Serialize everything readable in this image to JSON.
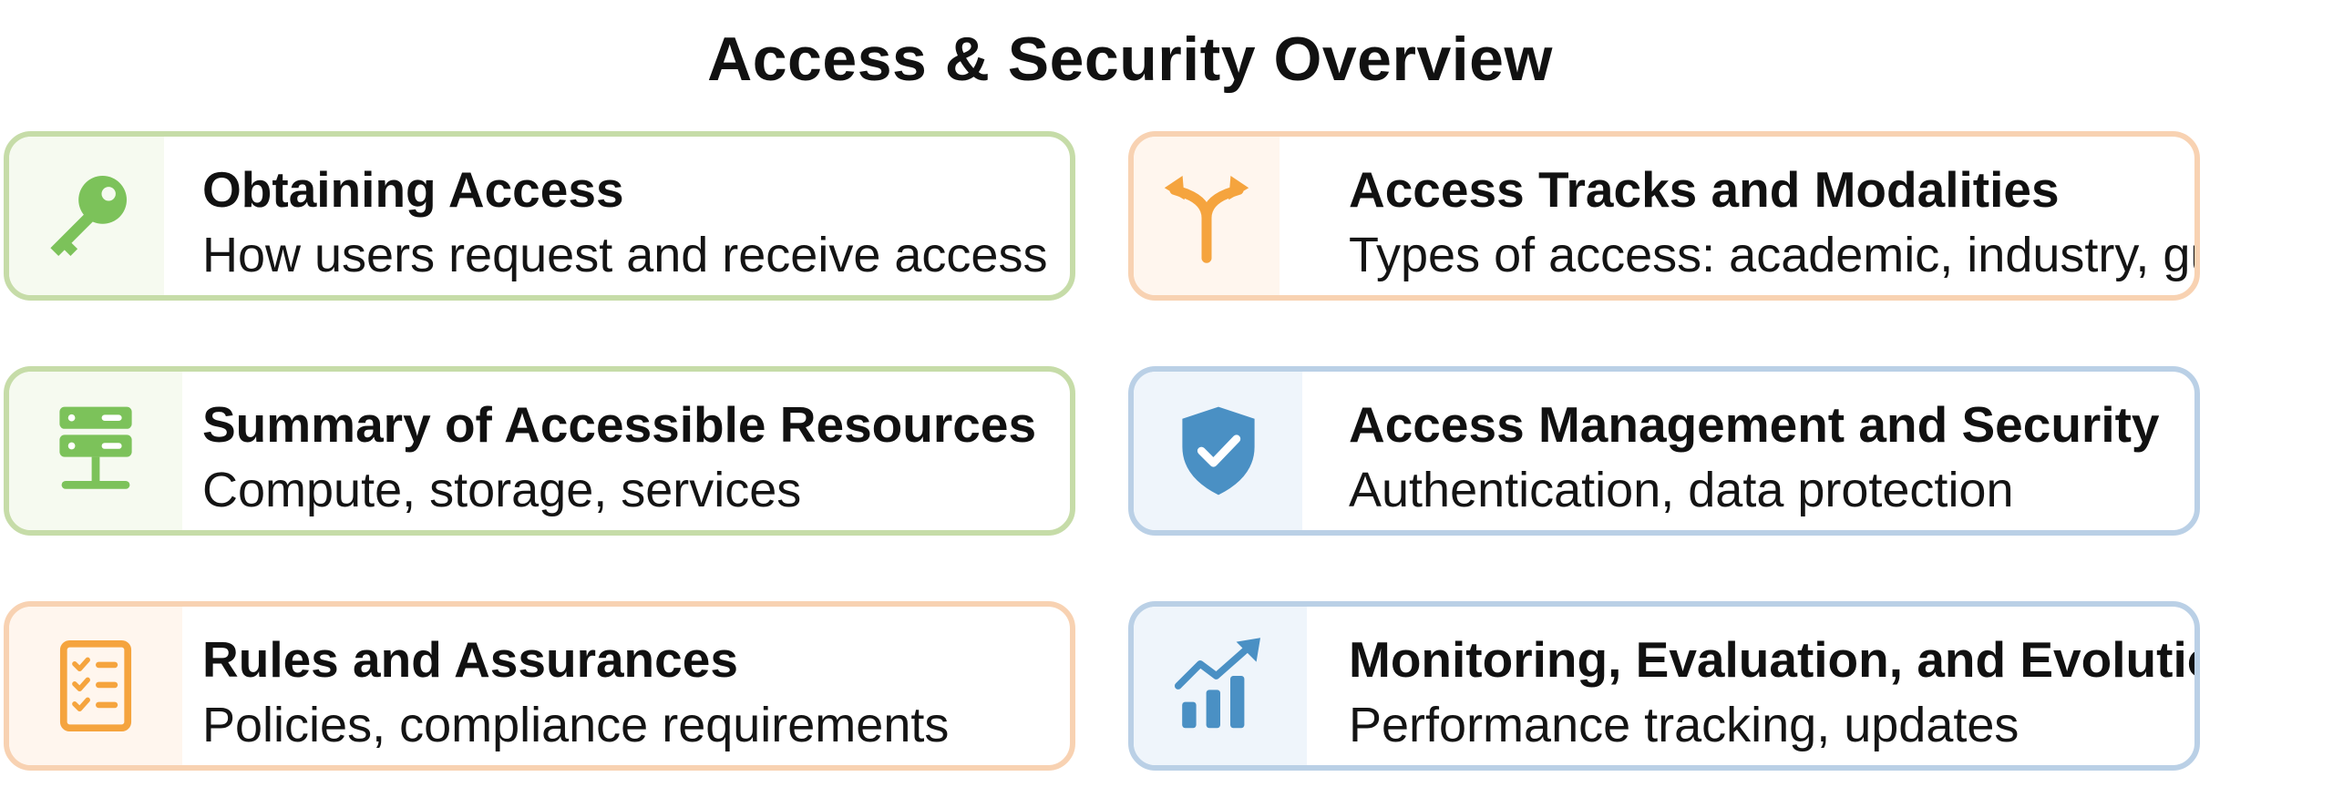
{
  "title": "Access & Security Overview",
  "colors": {
    "green_icon": "#7cc25a",
    "orange_icon": "#f5a43e",
    "blue_icon": "#4a90c4"
  },
  "cards": [
    {
      "icon": "key-icon",
      "title": "Obtaining Access",
      "subtitle": "How users request and receive access"
    },
    {
      "icon": "fork-arrow-icon",
      "title": "Access Tracks and Modalities",
      "subtitle": "Types of access: academic, industry, guest"
    },
    {
      "icon": "server-icon",
      "title": "Summary of Accessible Resources",
      "subtitle": "Compute, storage, services"
    },
    {
      "icon": "shield-check-icon",
      "title": "Access Management and Security",
      "subtitle": "Authentication, data protection"
    },
    {
      "icon": "checklist-icon",
      "title": "Rules and Assurances",
      "subtitle": "Policies, compliance requirements"
    },
    {
      "icon": "trend-chart-icon",
      "title": "Monitoring, Evaluation, and Evolution",
      "subtitle": "Performance tracking, updates"
    }
  ]
}
